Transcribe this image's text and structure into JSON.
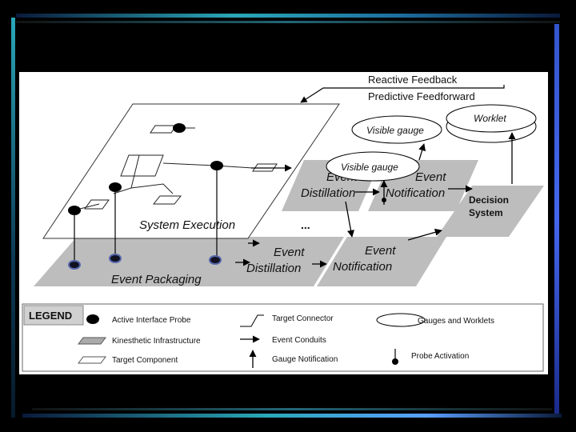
{
  "diagram": {
    "top_labels": {
      "reactive": "Reactive Feedback",
      "predictive": "Predictive Feedforward"
    },
    "system_execution": "System Execution",
    "event_packaging": "Event Packaging",
    "event_distillation": "Event Distillation",
    "event_notification": "Event Notification",
    "event_distillation_upper": "Event Distillation",
    "event_notification_upper": "Event Notification",
    "visible_gauge_left": "Visible gauge",
    "visible_gauge_right": "Visible gauge",
    "worklet": "Worklet",
    "decision_system": "Decision System",
    "ellipsis": "..."
  },
  "legend": {
    "title": "LEGEND",
    "items": [
      "Active Interface Probe",
      "Kinesthetic Infrastructure",
      "Target Component",
      "Target Connector",
      "Event Conduits",
      "Gauge Notification",
      "Gauges and Worklets",
      "Probe Activation"
    ]
  },
  "colors": {
    "background": "#000000",
    "panel": "#ffffff",
    "platform": "#bdbdbd",
    "frame_teal": "#2aa8b8",
    "frame_blue": "#3355cc"
  }
}
